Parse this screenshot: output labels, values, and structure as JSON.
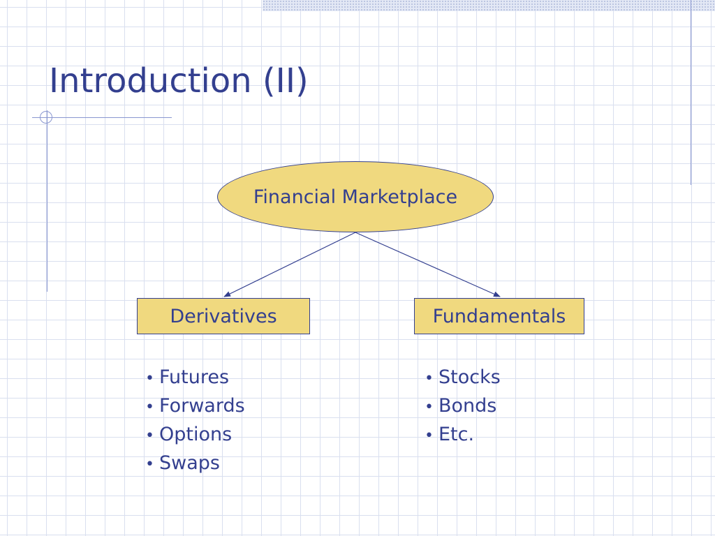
{
  "slide": {
    "title": "Introduction (II)"
  },
  "colors": {
    "text": "#333f8f",
    "node_fill": "#f0d97f",
    "grid": "#d9dfef",
    "accent_line": "#8a97d0"
  },
  "diagram": {
    "root": "Financial Marketplace",
    "left_branch": {
      "label": "Derivatives",
      "items": [
        "Futures",
        "Forwards",
        "Options",
        "Swaps"
      ]
    },
    "right_branch": {
      "label": "Fundamentals",
      "items": [
        "Stocks",
        "Bonds",
        "Etc."
      ]
    }
  },
  "bullet_glyph": "•"
}
